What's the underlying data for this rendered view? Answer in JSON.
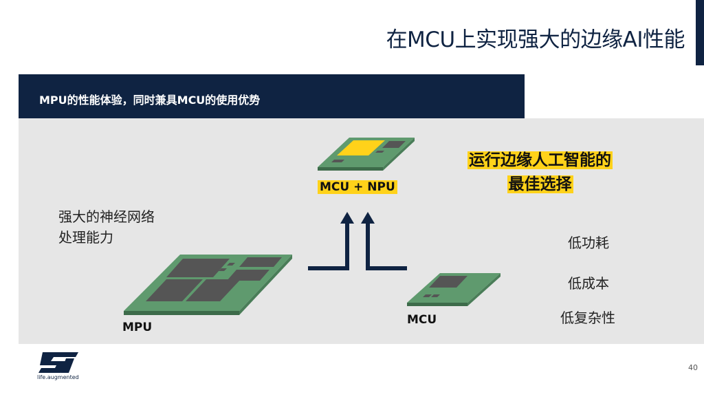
{
  "title": "在MCU上实现强大的边缘AI性能",
  "banner": "MPU的性能体验，同时兼具MCU的使用优势",
  "left_text": [
    "强大的神经网络",
    "处理能力"
  ],
  "chips": {
    "mpu": "MPU",
    "mcu": "MCU",
    "mcu_npu": "MCU + NPU"
  },
  "highlight": [
    "运行边缘人工智能的",
    "最佳选择"
  ],
  "benefits": [
    "低功耗",
    "低成本",
    "低复杂性"
  ],
  "logo": {
    "brand": "ST",
    "tagline": "life.augmented"
  },
  "page_number": "40",
  "colors": {
    "navy": "#0f2342",
    "panel": "#e6e6e6",
    "highlight": "#ffd21a",
    "board": "#5f9a6e"
  }
}
